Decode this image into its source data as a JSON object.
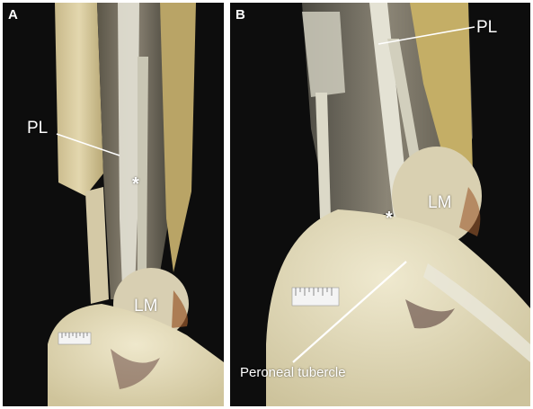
{
  "panels": [
    {
      "id": "A",
      "letter": "A",
      "labels": {
        "tendon": "PL",
        "malleolus": "LM",
        "marker": "*"
      }
    },
    {
      "id": "B",
      "letter": "B",
      "labels": {
        "tendon": "PL",
        "malleolus": "LM",
        "marker": "*",
        "tubercle": "Peroneal tubercle"
      }
    }
  ],
  "colors": {
    "background": "#0d0d0d",
    "bone": "#d9cfa6",
    "tendon": "#e2e0d2",
    "muscle": "#6e6658",
    "label": "#ffffff"
  }
}
